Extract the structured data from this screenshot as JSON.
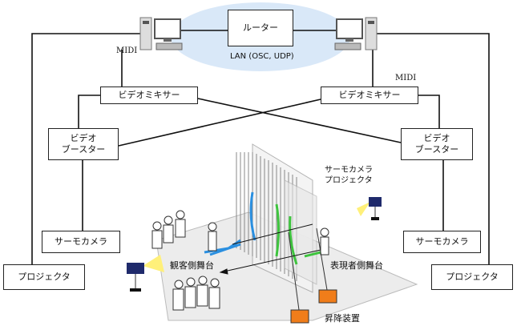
{
  "network": {
    "router": "ルーター",
    "lan": "LAN (OSC, UDP)",
    "midi_left": "MIDI",
    "midi_right": "MIDI"
  },
  "left": {
    "mixer": "ビデオミキサー",
    "booster_line1": "ビデオ",
    "booster_line2": "ブースター",
    "thermo_camera": "サーモカメラ",
    "projector": "プロジェクタ"
  },
  "right": {
    "mixer": "ビデオミキサー",
    "booster_line1": "ビデオ",
    "booster_line2": "ブースター",
    "thermo_camera": "サーモカメラ",
    "projector": "プロジェクタ"
  },
  "stage": {
    "thermo_projector_line1": "サーモカメラ",
    "thermo_projector_line2": "プロジェクタ",
    "audience_stage": "観客側舞台",
    "performer_stage": "表現者側舞台",
    "lift": "昇降装置"
  },
  "colors": {
    "lan_fill": "#d9e8f8",
    "blue_trace": "#2a8fe0",
    "green_trace": "#3ec43e",
    "lift_orange": "#f07d1a",
    "projector_navy": "#1f2a6b",
    "light_yellow": "#fff07a"
  }
}
